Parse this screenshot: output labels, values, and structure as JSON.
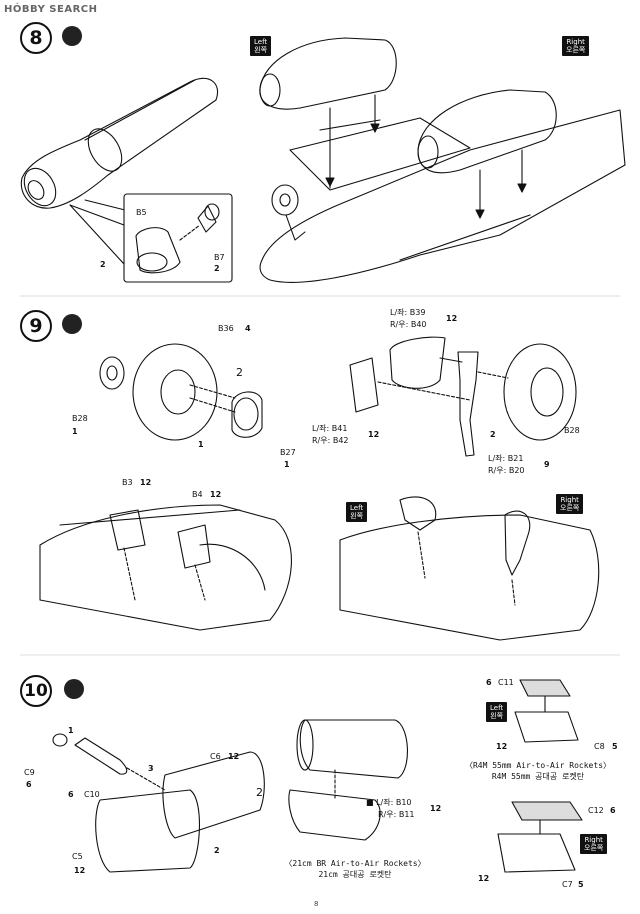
{
  "watermark": "HÓBBY SEARCH",
  "page_number": "8",
  "steps": {
    "s8": "8",
    "s9": "9",
    "s10": "10"
  },
  "tags": {
    "left": [
      "Left",
      "왼쪽"
    ],
    "right": [
      "Right",
      "오른쪽"
    ]
  },
  "step8": {
    "b5": "B5",
    "b7": "B7",
    "n2": "2",
    "n2b": "2"
  },
  "step9": {
    "b36": "B36",
    "b36n": "4",
    "b28a": "B28",
    "b28an": "1",
    "n1": "1",
    "x2": "2",
    "b27": "B27",
    "b27n": "1",
    "b39": "L/좌: B39",
    "b40": "R/우: B40",
    "b3940n": "12",
    "b41": "L/좌: B41",
    "b42": "R/우: B42",
    "b4142n": "12",
    "n2": "2",
    "b21": "L/좌: B21",
    "b20": "R/우: B20",
    "b2120n": "9",
    "b28b": "B28",
    "b3": "B3",
    "b3n": "12",
    "b4": "B4",
    "b4n": "12"
  },
  "step10": {
    "c9": "C9",
    "c9n": "6",
    "c10": "C10",
    "c10n": "6",
    "n1": "1",
    "n3": "3",
    "c6": "C6",
    "c6n": "12",
    "x2": "2",
    "n2": "2",
    "c5": "C5",
    "c5n": "12",
    "b10": "■ L/좌: B10",
    "b11": "R/우: B11",
    "b1011n": "12",
    "c11": "C11",
    "c11n": "6",
    "c8": "C8",
    "c8n": "5",
    "c8l": "12",
    "c12": "C12",
    "c12n": "6",
    "c7": "C7",
    "c7n": "5",
    "c7l": "12",
    "cap_21cm_en": "〈21cm BR Air-to-Air Rockets〉",
    "cap_21cm_kr": "21cm 공대공 로켓탄",
    "cap_r4m_en": "〈R4M 55mm Air-to-Air Rockets〉",
    "cap_r4m_kr": "R4M 55mm 공대공 로켓탄"
  }
}
